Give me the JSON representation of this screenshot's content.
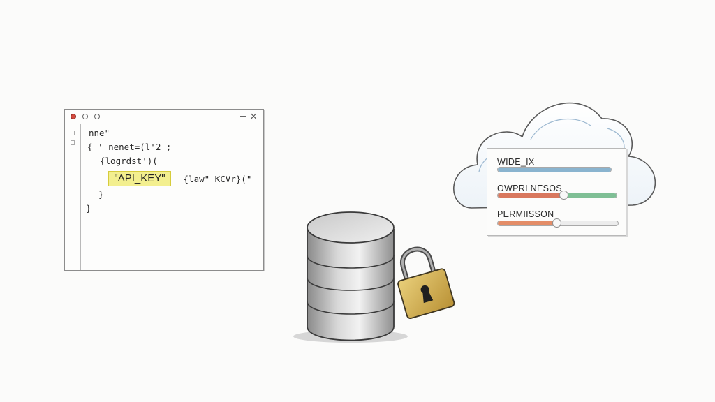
{
  "editor": {
    "lines": [
      "nne\"",
      "{ ' nenet=(l'2 ;",
      "{logrdst')(",
      " {law\"_KCVr}(\"",
      "}",
      "}"
    ],
    "highlight": "\"API_KEY\""
  },
  "permissions": {
    "rows": [
      {
        "label": "WIDE_IX",
        "level": 1.0,
        "color": "#8ab4cf"
      },
      {
        "label": "OWPRI NESOS",
        "level": 0.55,
        "color": "#d9785e",
        "color2": "#7fbf95"
      },
      {
        "label": "PERMIISSON",
        "level": 0.49,
        "color": "#e48d68"
      }
    ]
  },
  "icons": [
    "database-icon",
    "padlock-icon",
    "cloud-icon"
  ],
  "colors": {
    "highlight": "#f3ef8f",
    "lock": "#d9b75a"
  }
}
